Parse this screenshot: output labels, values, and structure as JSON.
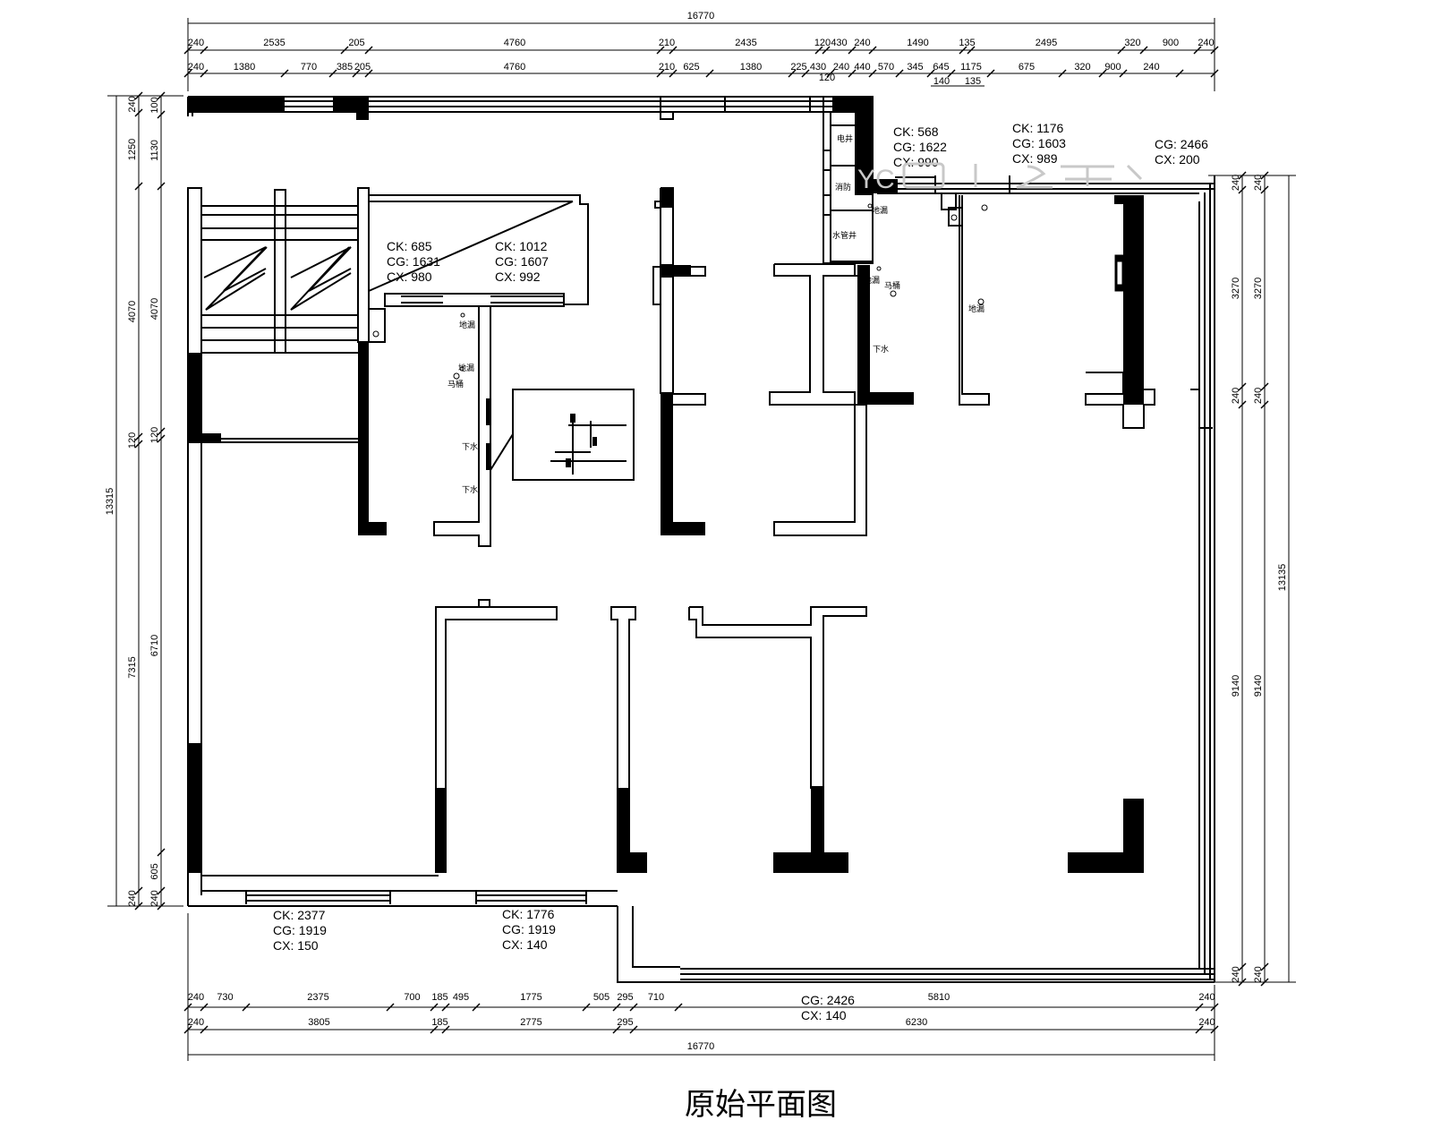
{
  "title": "原始平面图",
  "watermark": "YC",
  "colors": {
    "line": "#000000",
    "background": "#ffffff",
    "watermark": "#c8c8c8"
  },
  "dims": {
    "total_top": "16770",
    "top1": [
      "240",
      "2535",
      "205",
      "4760",
      "210",
      "2435",
      "120",
      "430",
      "240",
      "1490",
      "135",
      "2495",
      "320",
      "900",
      "240"
    ],
    "top2": [
      "240",
      "1380",
      "770",
      "385",
      "205",
      "4760",
      "210",
      "625",
      "1380",
      "225",
      "430",
      "240",
      "440",
      "570",
      "345",
      "645",
      "1175",
      "675",
      "320",
      "900",
      "240"
    ],
    "top2_sub": [
      "120",
      "140",
      "135"
    ],
    "left_outer": [
      "240",
      "1250",
      "4070",
      "120",
      "7315",
      "240"
    ],
    "left_inner": [
      "100",
      "1130",
      "4070",
      "120",
      "6710",
      "605",
      "240"
    ],
    "left_total": "13315",
    "right_outer": [
      "240",
      "3270",
      "240",
      "9140",
      "240"
    ],
    "right_inner": [
      "240",
      "3270",
      "240",
      "9140",
      "240"
    ],
    "right_total": "13135",
    "bottom1": [
      "240",
      "730",
      "2375",
      "700",
      "185",
      "495",
      "1775",
      "505",
      "295",
      "710",
      "5810",
      "240"
    ],
    "bottom2": [
      "240",
      "3805",
      "185",
      "2775",
      "295",
      "6230",
      "240"
    ],
    "total_bottom": "16770"
  },
  "openings": [
    {
      "lines": [
        "CK: 568",
        "CG: 1622",
        "CX: 990"
      ]
    },
    {
      "lines": [
        "CK: 1176",
        "CG: 1603",
        "CX: 989"
      ]
    },
    {
      "lines": [
        "CG: 2466",
        "CX: 200"
      ]
    },
    {
      "lines": [
        "CK: 685",
        "CG: 1631",
        "CX: 980"
      ]
    },
    {
      "lines": [
        "CK: 1012",
        "CG: 1607",
        "CX: 992"
      ]
    },
    {
      "lines": [
        "CK: 2377",
        "CG: 1919",
        "CX: 150"
      ]
    },
    {
      "lines": [
        "CK: 1776",
        "CG: 1919",
        "CX: 140"
      ]
    },
    {
      "lines": [
        "CG: 2426",
        "CX: 140"
      ]
    }
  ],
  "rooms": {
    "elec": "电井",
    "fire": "消防",
    "water": "水管井",
    "floor_drain": "地漏",
    "toilet": "马桶",
    "downpipe": "下水"
  }
}
